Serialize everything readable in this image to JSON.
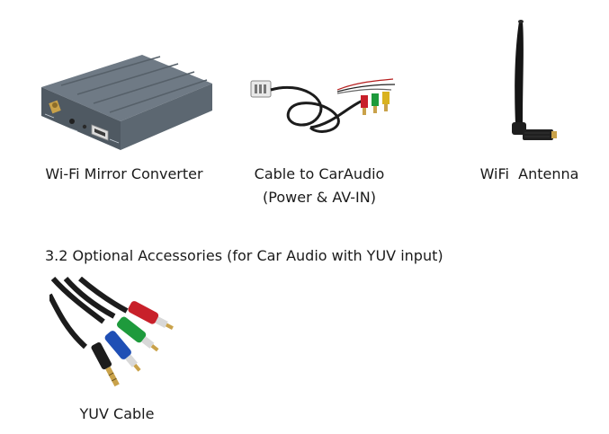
{
  "items": [
    {
      "icon": "mirror-converter-device",
      "caption": "Wi-Fi Mirror Converter"
    },
    {
      "icon": "av-cable-harness",
      "caption_line1": "Cable to CarAudio",
      "caption_line2": "(Power & AV-IN)"
    },
    {
      "icon": "wifi-antenna",
      "caption": "WiFi  Antenna"
    }
  ],
  "optional_section": {
    "heading": "3.2 Optional Accessories (for Car Audio with YUV input)",
    "items": [
      {
        "icon": "yuv-component-cable",
        "caption": "YUV Cable"
      }
    ]
  },
  "colors": {
    "device_body": "#5f6a75",
    "cable_black": "#1c1c1c",
    "rca_red": "#c8202a",
    "rca_green": "#1e9a3c",
    "rca_blue": "#1f4fb5",
    "rca_yellow": "#d9b21f",
    "gold": "#c9a24a",
    "antenna_black": "#151515"
  }
}
